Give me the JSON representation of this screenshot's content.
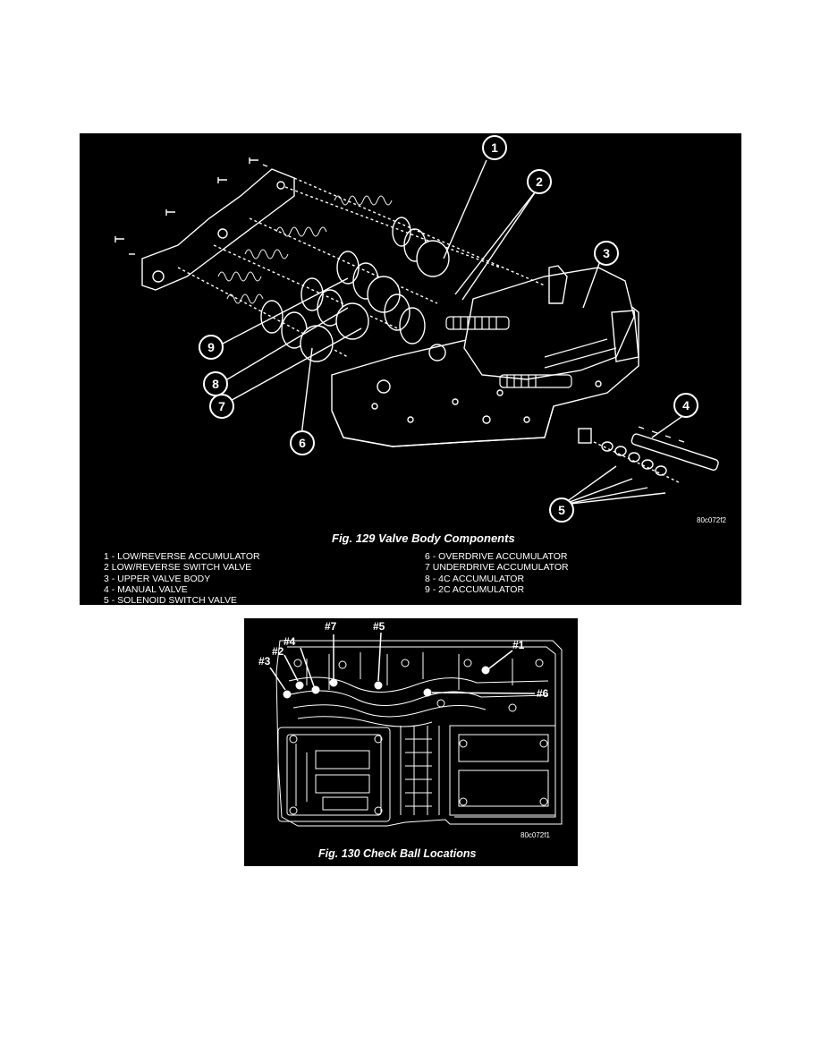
{
  "fig129": {
    "caption": "Fig. 129 Valve Body Components",
    "image_code": "80c072f2",
    "callouts": [
      "1",
      "2",
      "3",
      "4",
      "5",
      "6",
      "7",
      "8",
      "9"
    ],
    "legend_left": [
      "1 - LOW/REVERSE ACCUMULATOR",
      "2   LOW/REVERSE SWITCH VALVE",
      "3 - UPPER VALVE BODY",
      "4 - MANUAL VALVE",
      "5 - SOLENOID SWITCH VALVE"
    ],
    "legend_right": [
      "6 - OVERDRIVE ACCUMULATOR",
      "7   UNDERDRIVE ACCUMULATOR",
      "8 - 4C ACCUMULATOR",
      "9 - 2C ACCUMULATOR"
    ]
  },
  "fig130": {
    "caption": "Fig. 130 Check Ball Locations",
    "image_code": "80c072f1",
    "ball_labels": [
      "#7",
      "#5",
      "#4",
      "#2",
      "#3",
      "#1",
      "#6"
    ]
  }
}
